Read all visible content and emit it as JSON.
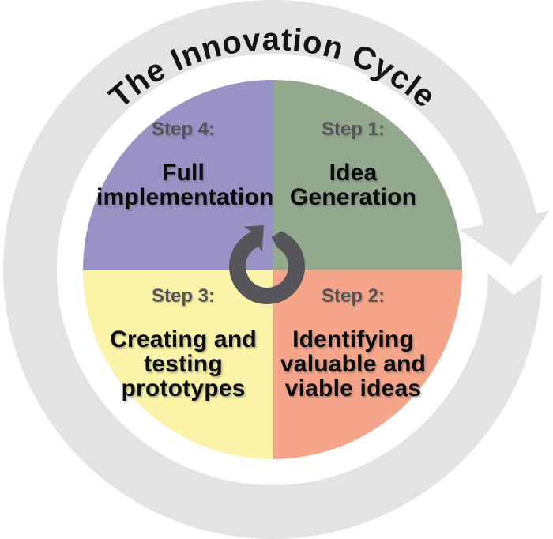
{
  "diagram": {
    "title": "The Innovation Cycle",
    "steps": [
      {
        "label": "Step 1:",
        "title_lines": [
          "Idea",
          "Generation"
        ],
        "color": "#93A98D",
        "position": "top-right"
      },
      {
        "label": "Step 2:",
        "title_lines": [
          "Identifying",
          "valuable and",
          "viable ideas"
        ],
        "color": "#F5A589",
        "position": "bottom-right"
      },
      {
        "label": "Step 3:",
        "title_lines": [
          "Creating and",
          "testing",
          "prototypes"
        ],
        "color": "#FAF3A8",
        "position": "bottom-left"
      },
      {
        "label": "Step 4:",
        "title_lines": [
          "Full",
          "implementation"
        ],
        "color": "#9892C5",
        "position": "top-left"
      }
    ],
    "colors": {
      "outer_ring": "#E3E3E5",
      "center_icon": "#56565A",
      "step_label": "#54545A",
      "quad_title_text": "#0B0B0B",
      "ring_title_text": "#141414",
      "background": "#FFFFFF"
    },
    "icons": {
      "outer": "clockwise-cycle-arrow-icon",
      "center": "circular-refresh-arrow-icon"
    }
  }
}
